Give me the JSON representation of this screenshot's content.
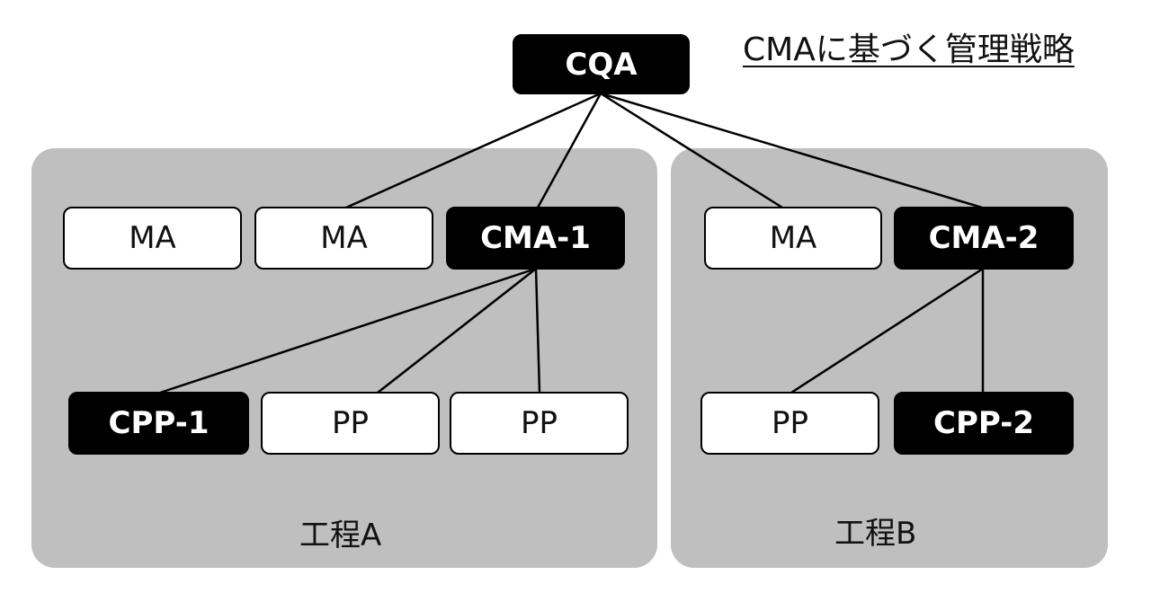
{
  "title": "CMAに基づく管理戦略",
  "root": "CQA",
  "process_a": {
    "label": "工程A",
    "attributes": [
      "MA",
      "MA",
      "CMA-1"
    ],
    "parameters": [
      "CPP-1",
      "PP",
      "PP"
    ]
  },
  "process_b": {
    "label": "工程B",
    "attributes": [
      "MA",
      "CMA-2"
    ],
    "parameters": [
      "PP",
      "CPP-2"
    ]
  }
}
